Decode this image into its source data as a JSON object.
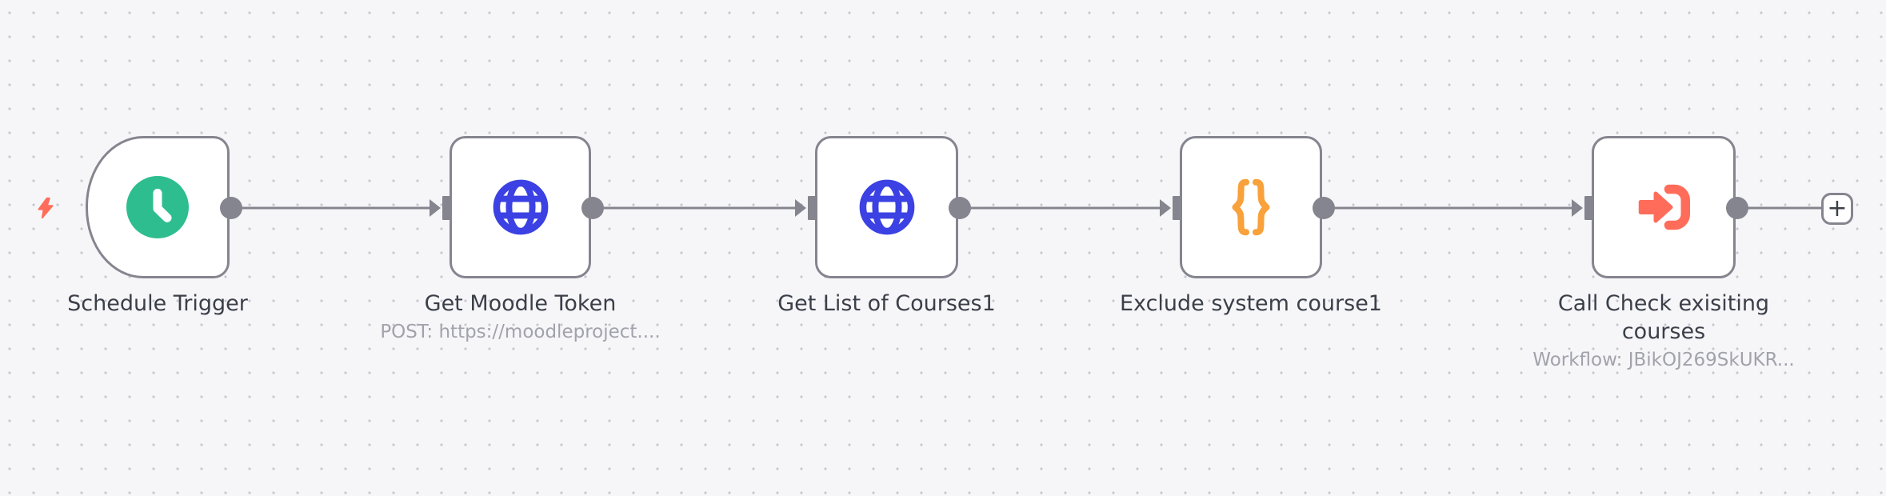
{
  "canvas": {
    "background_color": "#f6f6f9",
    "grid_dot_color": "#c7c7d0",
    "connector_color": "#85858f"
  },
  "workflow": {
    "nodes": [
      {
        "name": "Schedule Trigger",
        "subtitle": "",
        "icon": "clock-icon",
        "icon_color": "#2EBD8F",
        "shape": "trigger-rounded-left"
      },
      {
        "name": "Get Moodle Token",
        "subtitle": "POST: https://moodleproject....",
        "icon": "globe-icon",
        "icon_color": "#3B41E3",
        "shape": "square"
      },
      {
        "name": "Get List of Courses1",
        "subtitle": "",
        "icon": "globe-icon",
        "icon_color": "#3B41E3",
        "shape": "square"
      },
      {
        "name": "Exclude system course1",
        "subtitle": "",
        "icon": "curly-braces-icon",
        "icon_color": "#F9A13A",
        "shape": "square"
      },
      {
        "name": "Call Check exisiting courses",
        "subtitle": "Workflow: JBikOJ269SkUKR...",
        "icon": "arrow-into-bracket-icon",
        "icon_color": "#FF6D5A",
        "shape": "square"
      }
    ],
    "trigger_indicator": "lightning-bolt-icon",
    "add_button_label": "+"
  }
}
